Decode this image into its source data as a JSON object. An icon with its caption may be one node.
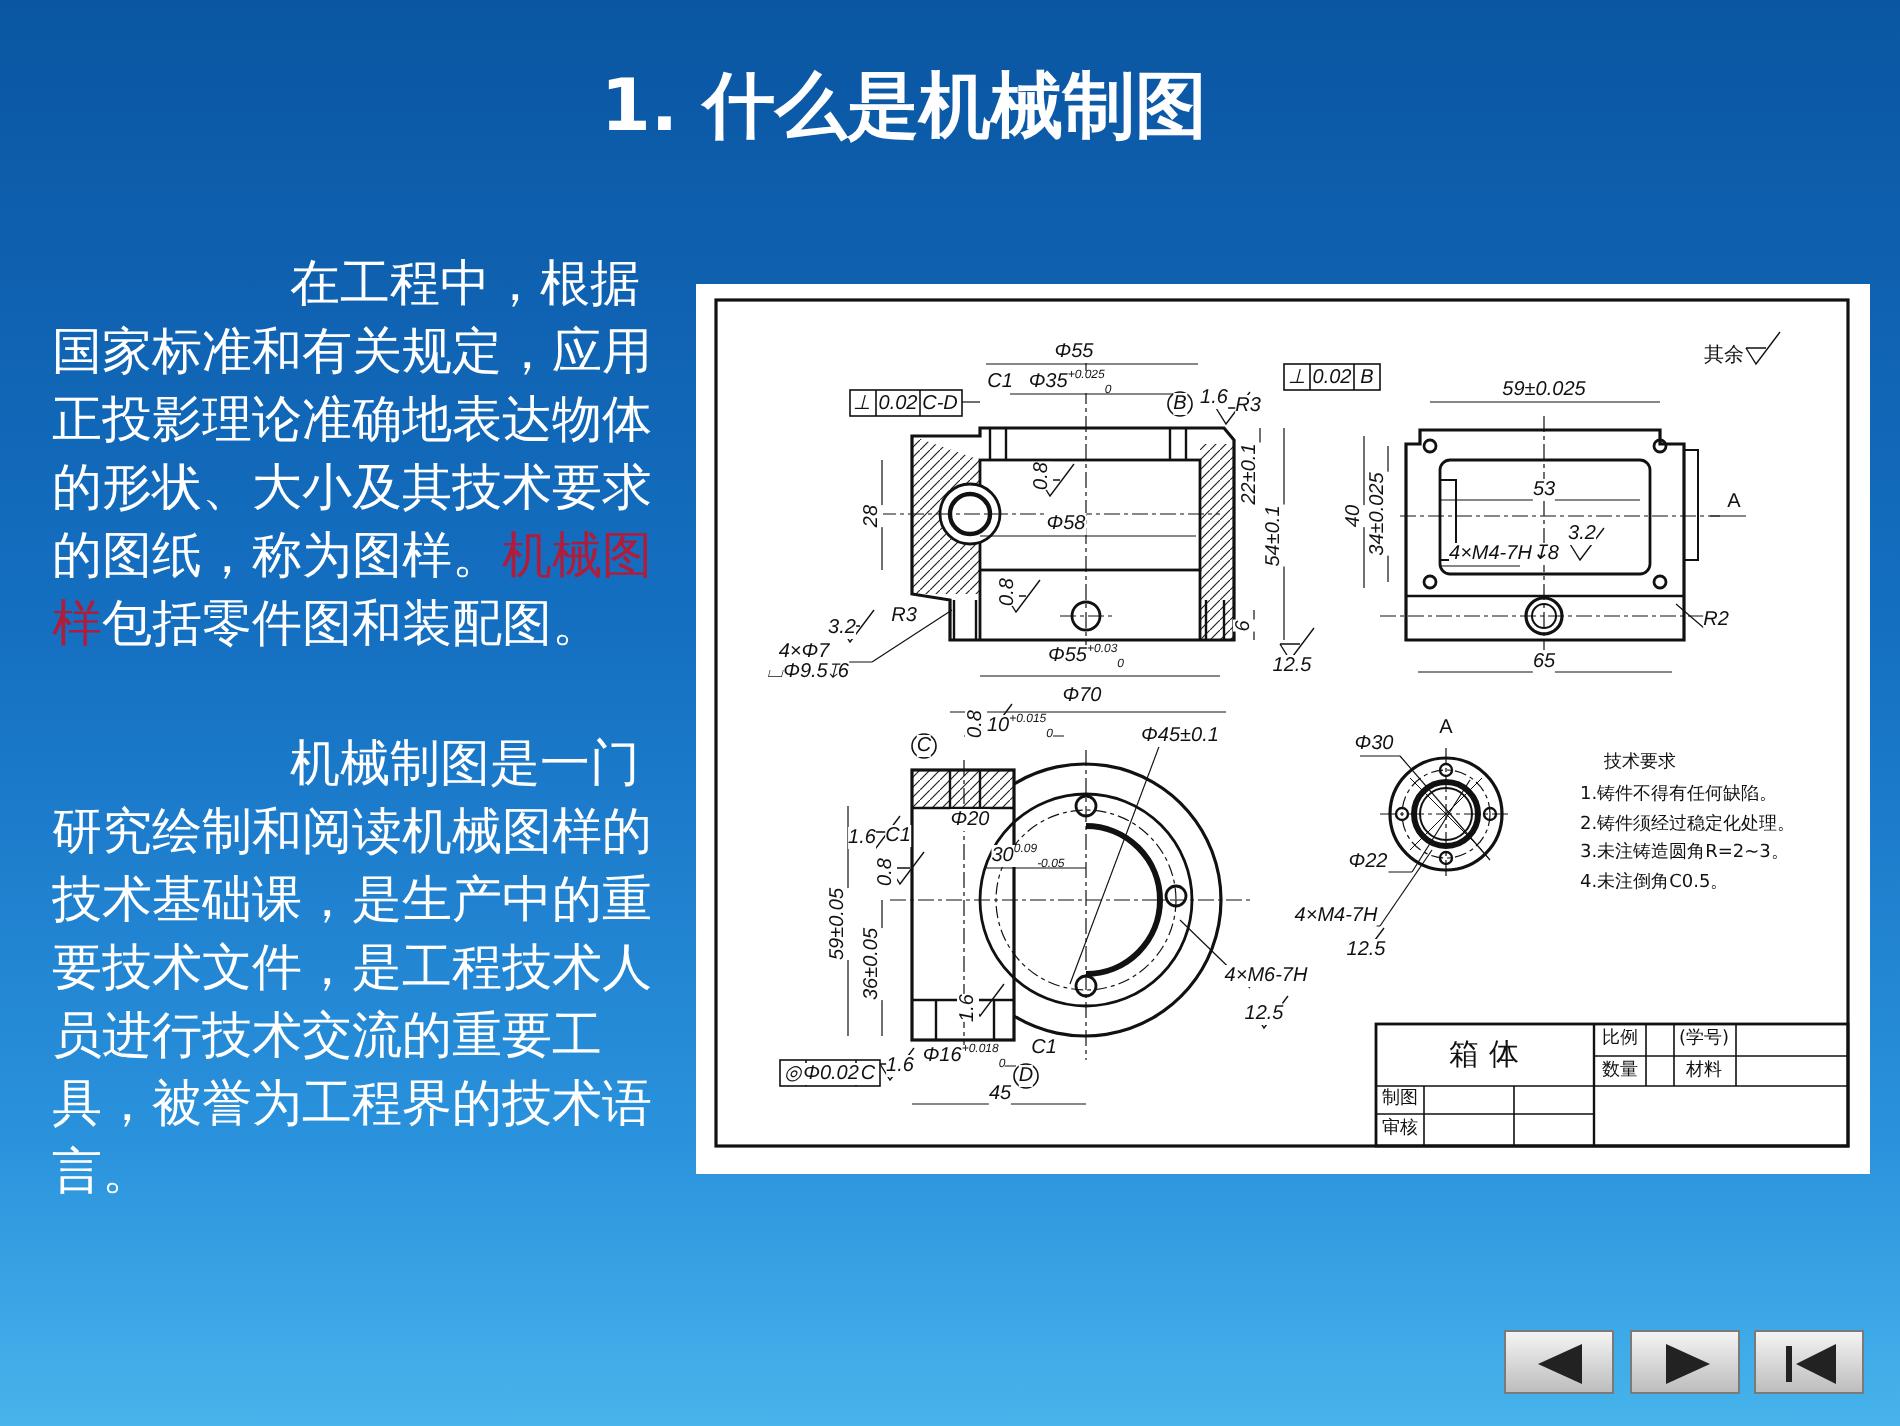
{
  "diagram": {
    "title": "1. 什么是机械制图",
    "labels": [
      "在工程中，根据国家标准和有关规定，应用正投影理论准确地表达物体的形状、大小及其技术要求的图纸，称为图样。**机械图样**包括零件图和装配图。",
      "机械制图是一门研究绘制和阅读机械图样的技术基础课，是生产中的重要技术文件，是工程技术人员进行技术交流的重要工具，被誉为工程界的技术语言。",
      "⊥",
      "0.02",
      "C-D",
      "C1",
      "Φ55",
      "Φ35$^{+0.025}$$_{0}$",
      "B",
      "1.6",
      "R3",
      "28",
      "Φ58",
      "0.8",
      "22±0.1",
      "54±0.1",
      "0.8",
      "R3",
      "3.2",
      "4×Φ7",
      "⌴Φ9.5↧6",
      "6",
      "12.5",
      "Φ55$^{+0.03}$$_{0}$",
      "Φ70",
      "⊥",
      "0.02",
      "B",
      "其余",
      "59±0.025",
      "53",
      "A",
      "40",
      "34±0.025",
      "4×M4-7H↧8",
      "3.2",
      "R2",
      "65",
      "C",
      "0.8",
      "10$^{+0.015}$$_{0}$",
      "Φ45±0.1",
      "1.6",
      "C1",
      "Φ20",
      "30$^{0.09}$$_{-0.05}$",
      "0.8",
      "59±0.05",
      "36±0.05",
      "1.6",
      "4×M6-7H",
      "12.5",
      "C1",
      "◎",
      "Φ0.02",
      "C",
      "1.6",
      "Φ16$^{+0.018}$$_{0}$",
      "D",
      "45",
      "Φ30",
      "A",
      "Φ22",
      "4×M4-7H",
      "12.5",
      "技术要求",
      "1.铸件不得有任何缺陷。",
      "2.铸件须经过稳定化处理。",
      "3.未注铸造圆角R=2~3。",
      "4.未注倒角C0.5。",
      "箱 体",
      "比例",
      "(学号)",
      "数量",
      "材料",
      "制图",
      "审核"
    ]
  }
}
